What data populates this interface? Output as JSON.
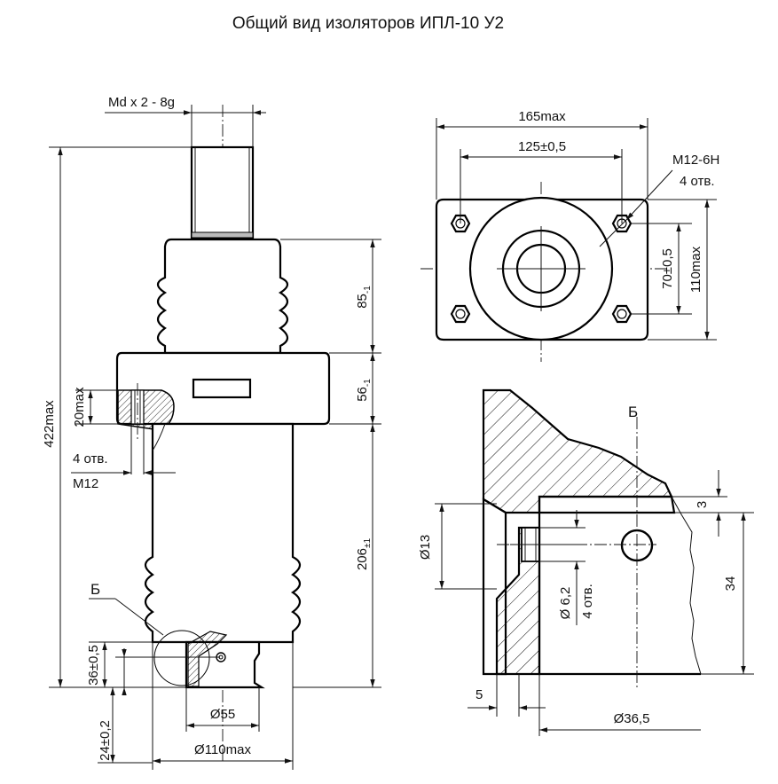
{
  "title": "Общий вид  изоляторов ИПЛ-10 У2",
  "front_view": {
    "thread": "Md x 2 - 8g",
    "total_height": "422max",
    "upper_height": "85",
    "upper_height_tol": "-1",
    "flange_height": "56",
    "flange_height_tol": "-1",
    "lower_height": "206",
    "lower_height_tol": "±1",
    "bolt_depth": "20max",
    "holes_count": "4 отв.",
    "holes_thread": "M12",
    "detail_label": "Б",
    "base_height": "36±0,5",
    "bottom_offset": "24±0,2",
    "base_diameter": "Ø55",
    "body_diameter": "Ø110max"
  },
  "top_view": {
    "overall_width": "165max",
    "hole_spacing": "125±0,5",
    "hole_thread": "M12-6H",
    "hole_count": "4 отв.",
    "inner_spacing": "70±0,5",
    "overall_depth": "110max"
  },
  "detail_view": {
    "label": "Б",
    "top_dim": "3",
    "height": "34",
    "hole_diameter": "Ø13",
    "small_hole": "Ø 6,2",
    "small_hole_count": "4 отв.",
    "offset": "5",
    "diameter": "Ø36,5"
  }
}
